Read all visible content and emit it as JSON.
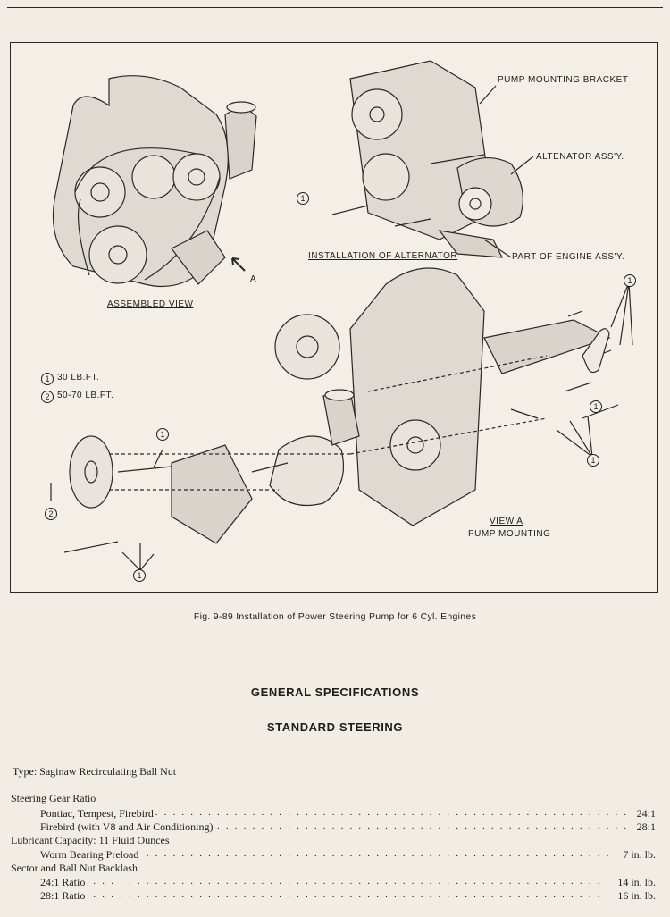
{
  "figure": {
    "labels": {
      "pump_bracket": "PUMP MOUNTING BRACKET",
      "alternator": "ALTENATOR ASS'Y.",
      "install_alt": "INSTALLATION OF ALTERNATOR",
      "part_engine": "PART OF ENGINE ASS'Y.",
      "assembled": "ASSEMBLED VIEW",
      "arrow_a": "A",
      "view_a": "VIEW A",
      "pump_mounting": "PUMP MOUNTING"
    },
    "legend": [
      {
        "num": "1",
        "text": "30 LB.FT."
      },
      {
        "num": "2",
        "text": "50-70 LB.FT."
      }
    ],
    "callout_1": "1",
    "callout_2": "2"
  },
  "caption": "Fig. 9-89 Installation of Power Steering Pump for 6 Cyl. Engines",
  "headings": {
    "general": "GENERAL SPECIFICATIONS",
    "standard": "STANDARD STEERING"
  },
  "specs": {
    "type": "Type: Saginaw Recirculating Ball Nut",
    "steering_ratio": "Steering Gear Ratio",
    "lubricant": "Lubricant Capacity: 11 Fluid Ounces",
    "backlash": "Sector and Ball Nut Backlash",
    "rows": [
      {
        "name": "Pontiac, Tempest, Firebird",
        "value": "24:1"
      },
      {
        "name": "Firebird (with V8 and Air Conditioning)",
        "value": "28:1"
      },
      {
        "name": "Worm Bearing Preload",
        "value": "7 in. lb."
      },
      {
        "name": "24:1 Ratio",
        "value": "14 in. lb."
      },
      {
        "name": "28:1 Ratio",
        "value": "16 in. lb."
      }
    ]
  },
  "colors": {
    "paper": "#f1ede4",
    "ink": "#1f1d1a"
  }
}
